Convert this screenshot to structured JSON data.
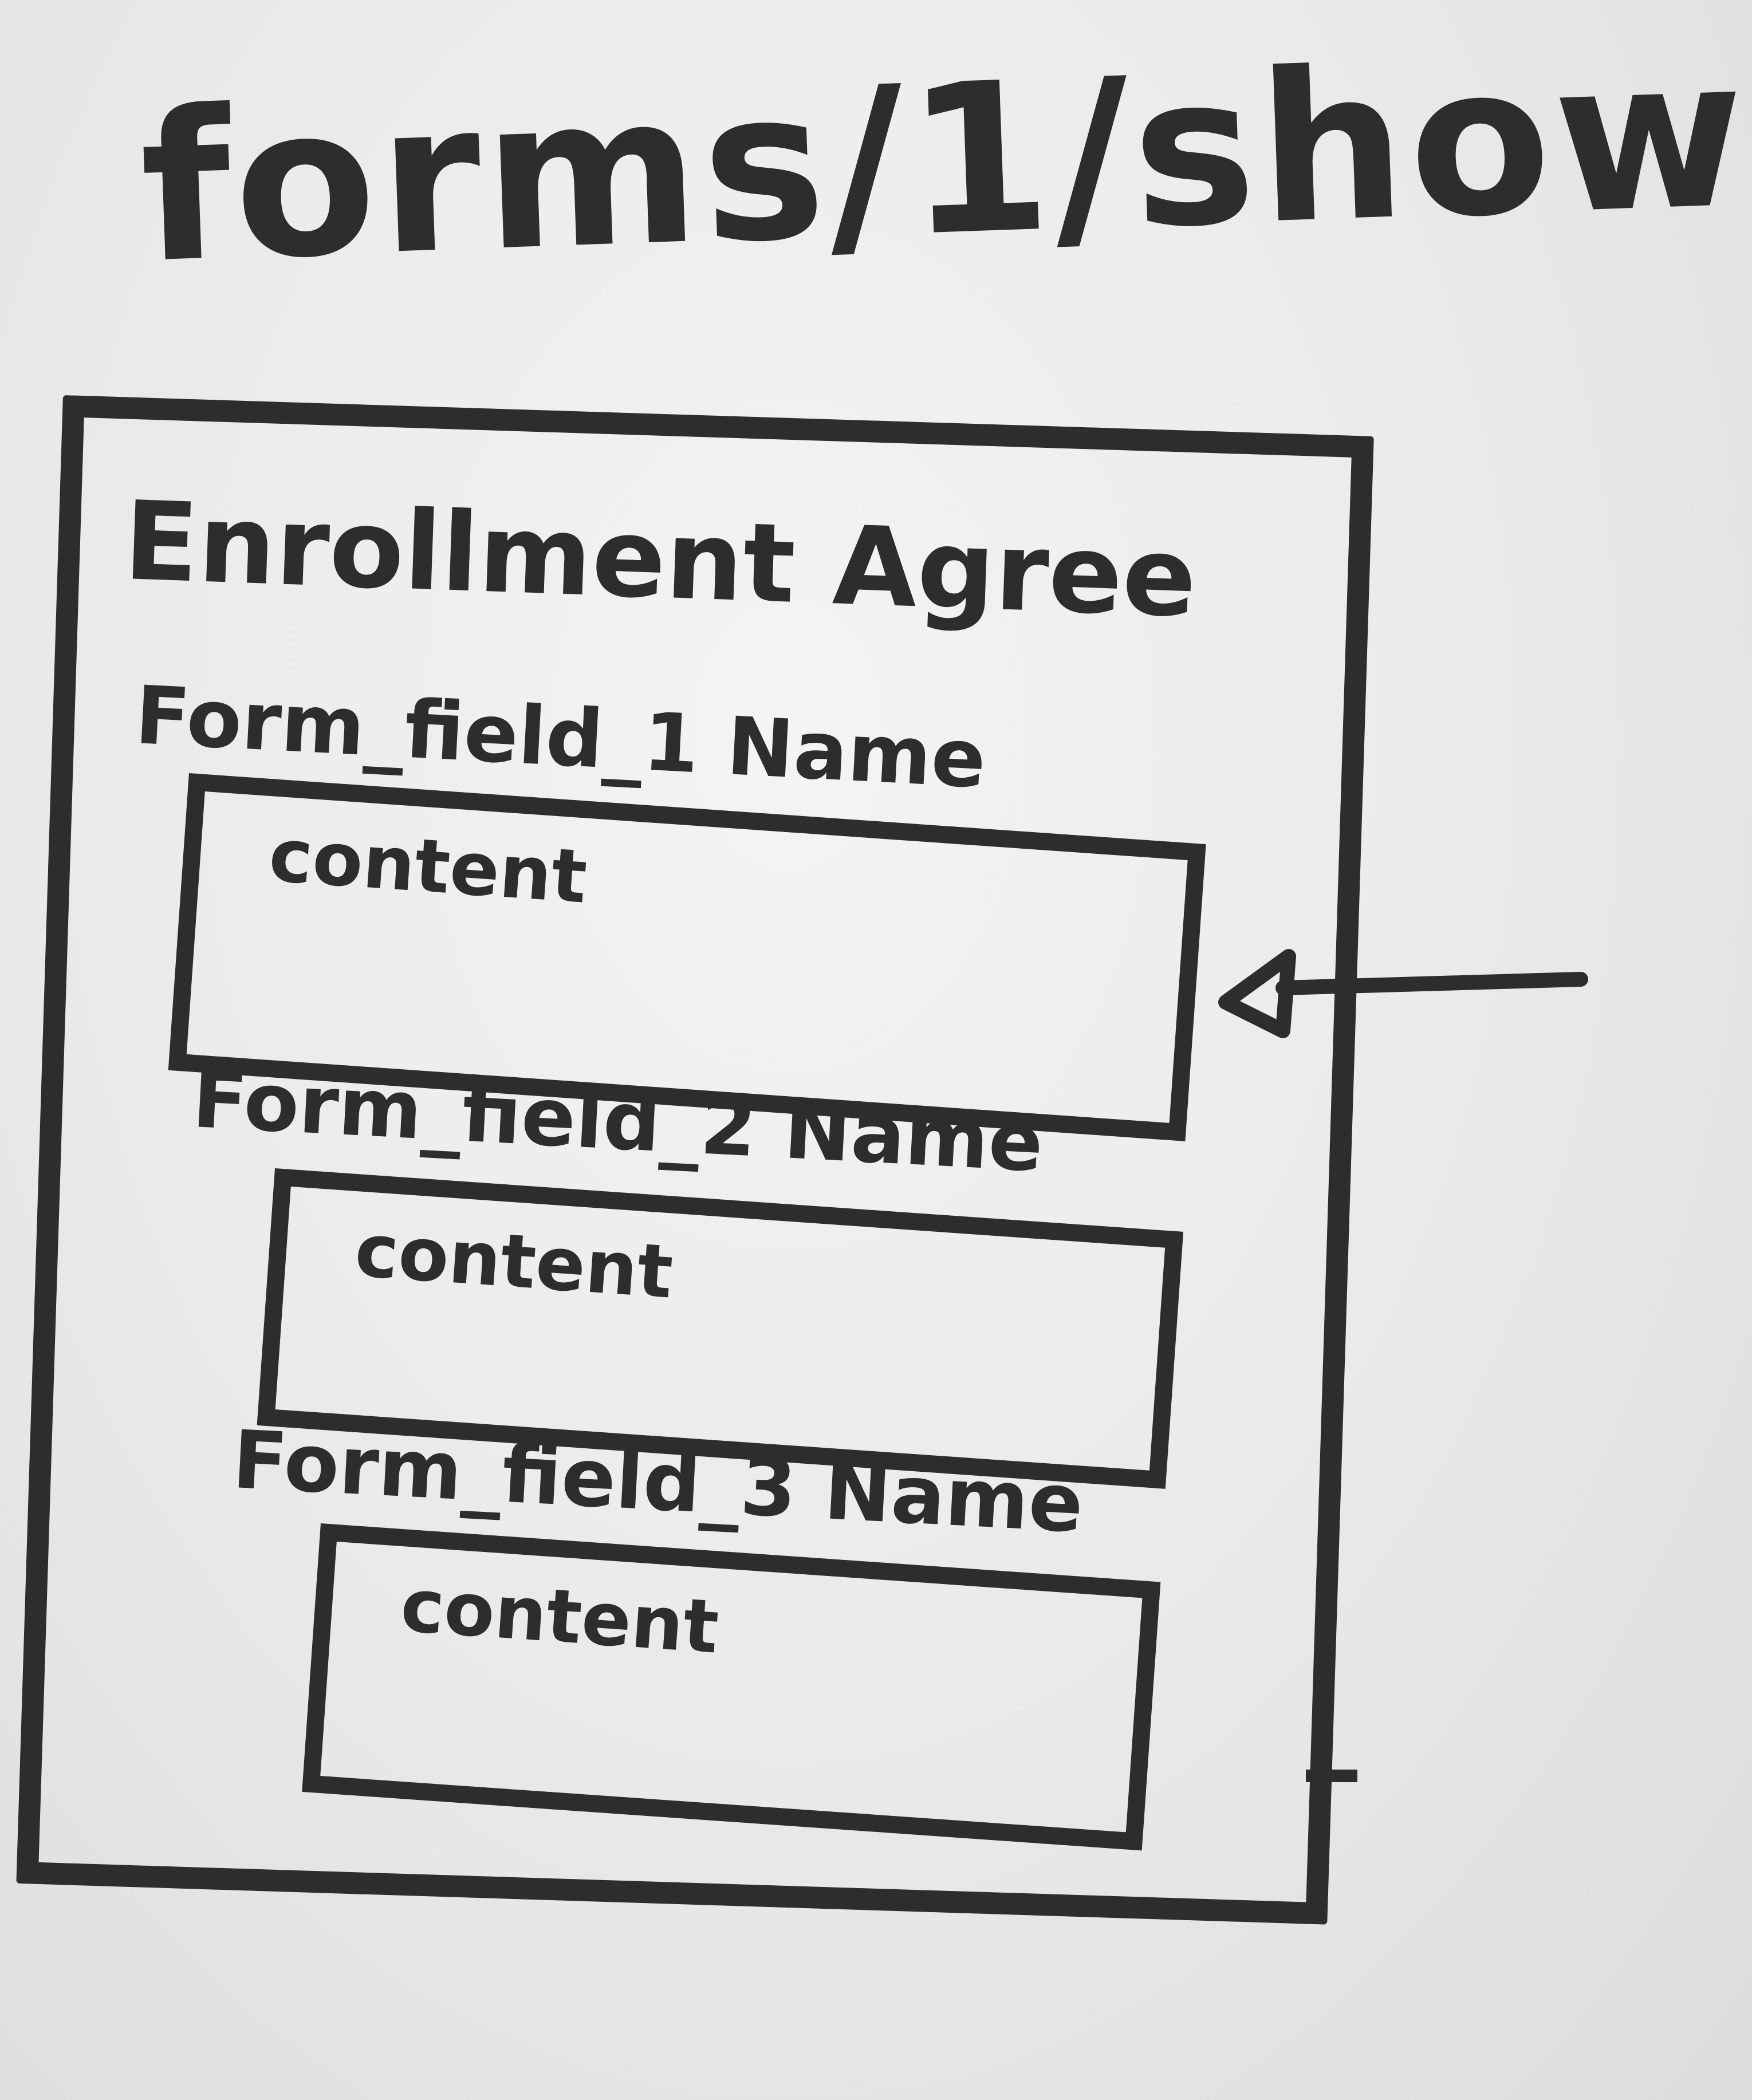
{
  "route_title": "forms/1/show",
  "page": {
    "heading": "Enrollment Agree"
  },
  "fields": [
    {
      "label": "Form_field_1 Name",
      "content": "content"
    },
    {
      "label": "Form_field_2 Name",
      "content": "content"
    },
    {
      "label": "Form_field_3 Name",
      "content": "content"
    }
  ],
  "colors": {
    "ink": "#2d2d2d",
    "board": "#ebebeb"
  }
}
